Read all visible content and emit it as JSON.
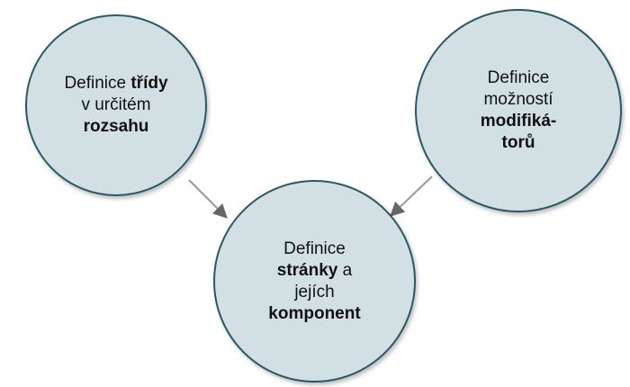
{
  "nodes": {
    "left": {
      "line1": "Definice ",
      "line1_bold": "třídy",
      "line2": "v určitém",
      "line3_bold": "rozsahu"
    },
    "right": {
      "line1": "Definice",
      "line2": "možností",
      "line3_bold": "modifiká-",
      "line4_bold": "torů"
    },
    "center": {
      "line1": "Definice",
      "line2_bold": "stránky",
      "line2": " a",
      "line3": "jejích",
      "line4_bold": "komponent"
    }
  },
  "colors": {
    "fill": "#d3e0e3",
    "stroke": "#2a5866",
    "arrow": "#8a8a8a"
  }
}
